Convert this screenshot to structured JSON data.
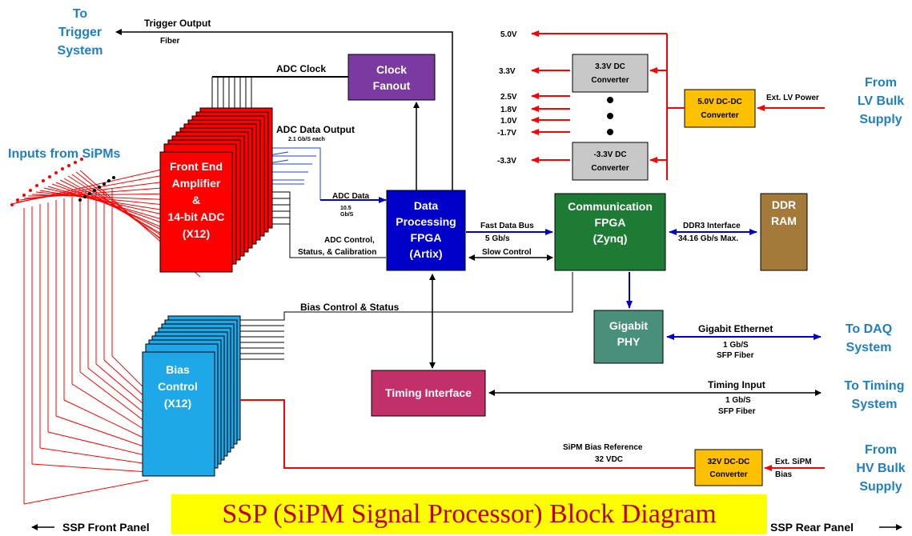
{
  "labels": {
    "to_trigger_1": "To",
    "to_trigger_2": "Trigger",
    "to_trigger_3": "System",
    "trigger_output": "Trigger Output",
    "fiber": "Fiber",
    "adc_clock": "ADC Clock",
    "adc_data_output": "ADC Data Output",
    "adc_data_rate": "2.1 Gb/S each",
    "inputs_from_sipms": "Inputs from SiPMs",
    "adc_data": "ADC Data",
    "adc_data_rate2a": "10.5",
    "adc_data_rate2b": "Gb/S",
    "adc_control_1": "ADC Control,",
    "adc_control_2": "Status, & Calibration",
    "fast_data_bus": "Fast Data Bus",
    "fast_data_rate": "5 Gb/s",
    "slow_control": "Slow Control",
    "ddr3_interface": "DDR3 Interface",
    "ddr3_rate": "34.16 Gb/s Max.",
    "bias_control_status": "Bias Control & Status",
    "gigabit_ethernet": "Gigabit Ethernet",
    "ge_rate": "1 Gb/S",
    "ge_fiber": "SFP Fiber",
    "to_daq_1": "To DAQ",
    "to_daq_2": "System",
    "timing_input": "Timing Input",
    "timing_rate": "1 Gb/S",
    "timing_fiber": "SFP Fiber",
    "to_timing_1": "To Timing",
    "to_timing_2": "System",
    "sipm_bias_ref": "SiPM Bias  Reference",
    "sipm_bias_volt": "32 VDC",
    "ext_sipm_1": "Ext. SiPM",
    "ext_sipm_2": "Bias",
    "from_hv_1": "From",
    "from_hv_2": "HV Bulk",
    "from_hv_3": "Supply",
    "ext_lv_power": "Ext. LV Power",
    "from_lv_1": "From",
    "from_lv_2": "LV Bulk",
    "from_lv_3": "Supply",
    "v5": "5.0V",
    "v33": "3.3V",
    "v25": "2.5V",
    "v18": "1.8V",
    "v10": "1.0V",
    "vm17": "-1.7V",
    "vm33": "-3.3V",
    "ssp_front_panel": "SSP Front Panel",
    "ssp_rear_panel": "SSP Rear Panel"
  },
  "blocks": {
    "clock_fanout_1": "Clock",
    "clock_fanout_2": "Fanout",
    "fe_1": "Front End",
    "fe_2": "Amplifier",
    "fe_3": "&",
    "fe_4": "14-bit ADC",
    "fe_5": "(X12)",
    "dp_1": "Data",
    "dp_2": "Processing",
    "dp_3": "FPGA",
    "dp_4": "(Artix)",
    "comm_1": "Communication",
    "comm_2": "FPGA",
    "comm_3": "(Zynq)",
    "ddr_1": "DDR",
    "ddr_2": "RAM",
    "gphy_1": "Gigabit",
    "gphy_2": "PHY",
    "bias_1": "Bias",
    "bias_2": "Control",
    "bias_3": "(X12)",
    "timing_if": "Timing Interface",
    "dc33_1": "3.3V DC",
    "dc33_2": "Converter",
    "dcm33_1": "-3.3V DC",
    "dcm33_2": "Converter",
    "dc5_1": "5.0V DC-DC",
    "dc5_2": "Converter",
    "dc32_1": "32V DC-DC",
    "dc32_2": "Converter"
  },
  "title": "SSP (SiPM Signal Processor) Block Diagram",
  "colors": {
    "label_blue": "#1f7fc4",
    "fe_red": "#ff0000",
    "fpga_blue": "#0000c8",
    "comm_green": "#1e7b34",
    "ddr_brown": "#a47a3a",
    "gphy_teal": "#4a8f7a",
    "bias_cyan": "#1ea8e8",
    "timing_pink": "#c2306a",
    "clock_purple": "#7a3aa0",
    "converter_orange": "#ffc000",
    "converter_gray": "#c8c8c8",
    "title_yellow": "#ffff00",
    "title_red": "#c00000"
  }
}
